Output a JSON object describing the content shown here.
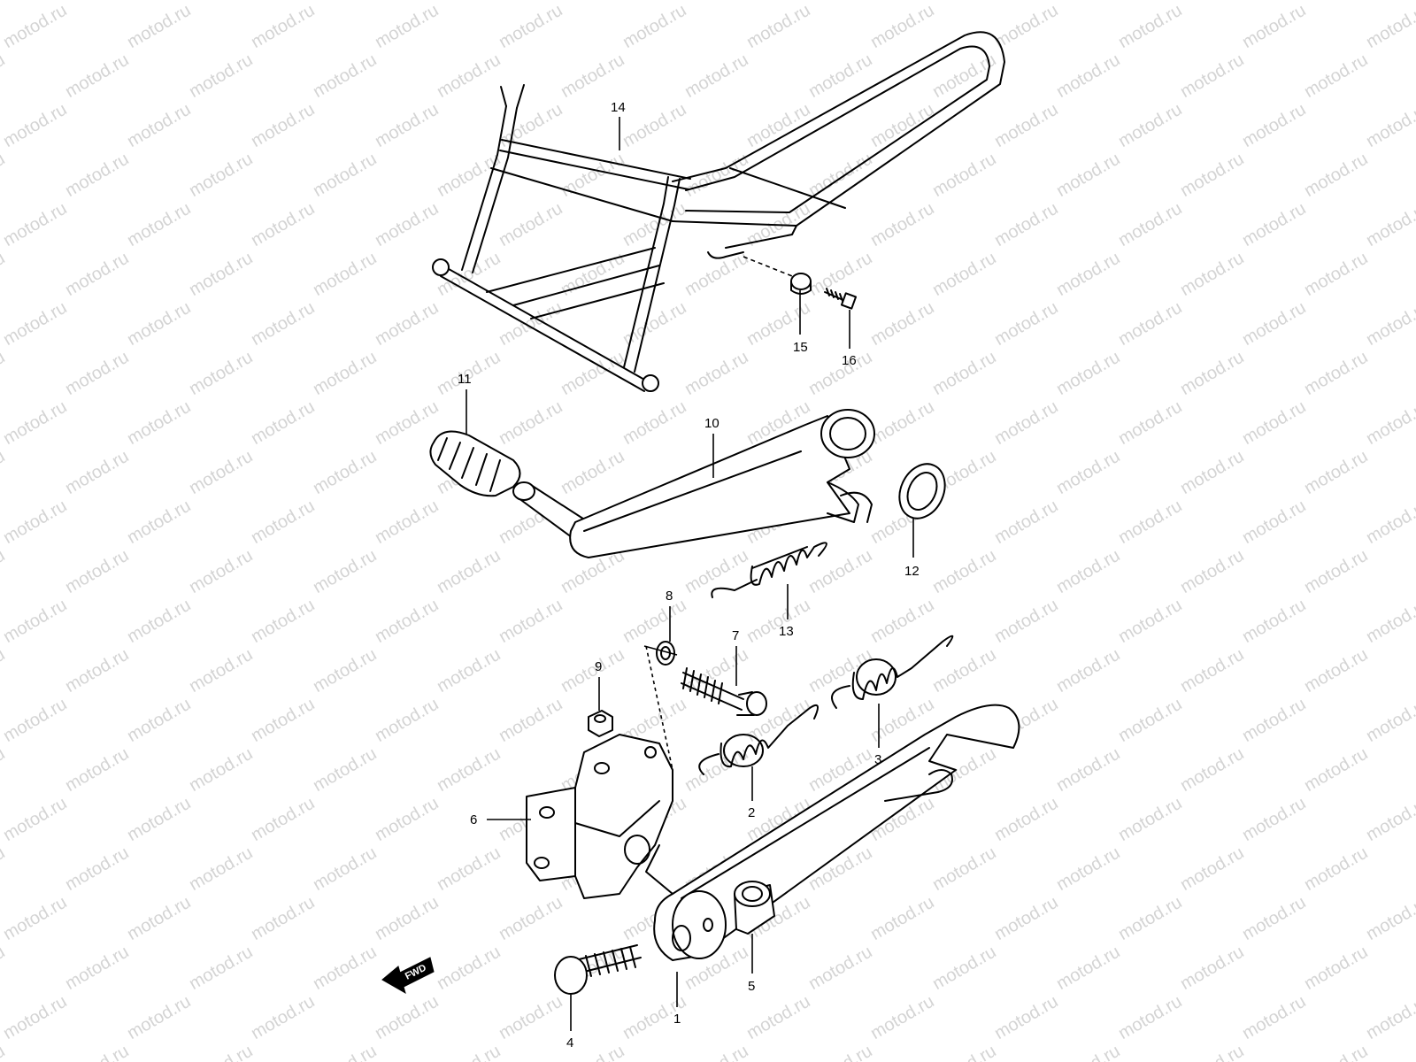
{
  "watermark": {
    "text": "motod.ru"
  },
  "direction_badge": {
    "text": "FWD"
  },
  "parts": [
    {
      "id": "14",
      "label": "14"
    },
    {
      "id": "15",
      "label": "15"
    },
    {
      "id": "16",
      "label": "16"
    },
    {
      "id": "11",
      "label": "11"
    },
    {
      "id": "10",
      "label": "10"
    },
    {
      "id": "12",
      "label": "12"
    },
    {
      "id": "13",
      "label": "13"
    },
    {
      "id": "8",
      "label": "8"
    },
    {
      "id": "7",
      "label": "7"
    },
    {
      "id": "9",
      "label": "9"
    },
    {
      "id": "3",
      "label": "3"
    },
    {
      "id": "2",
      "label": "2"
    },
    {
      "id": "6",
      "label": "6"
    },
    {
      "id": "5",
      "label": "5"
    },
    {
      "id": "1",
      "label": "1"
    },
    {
      "id": "4",
      "label": "4"
    }
  ]
}
